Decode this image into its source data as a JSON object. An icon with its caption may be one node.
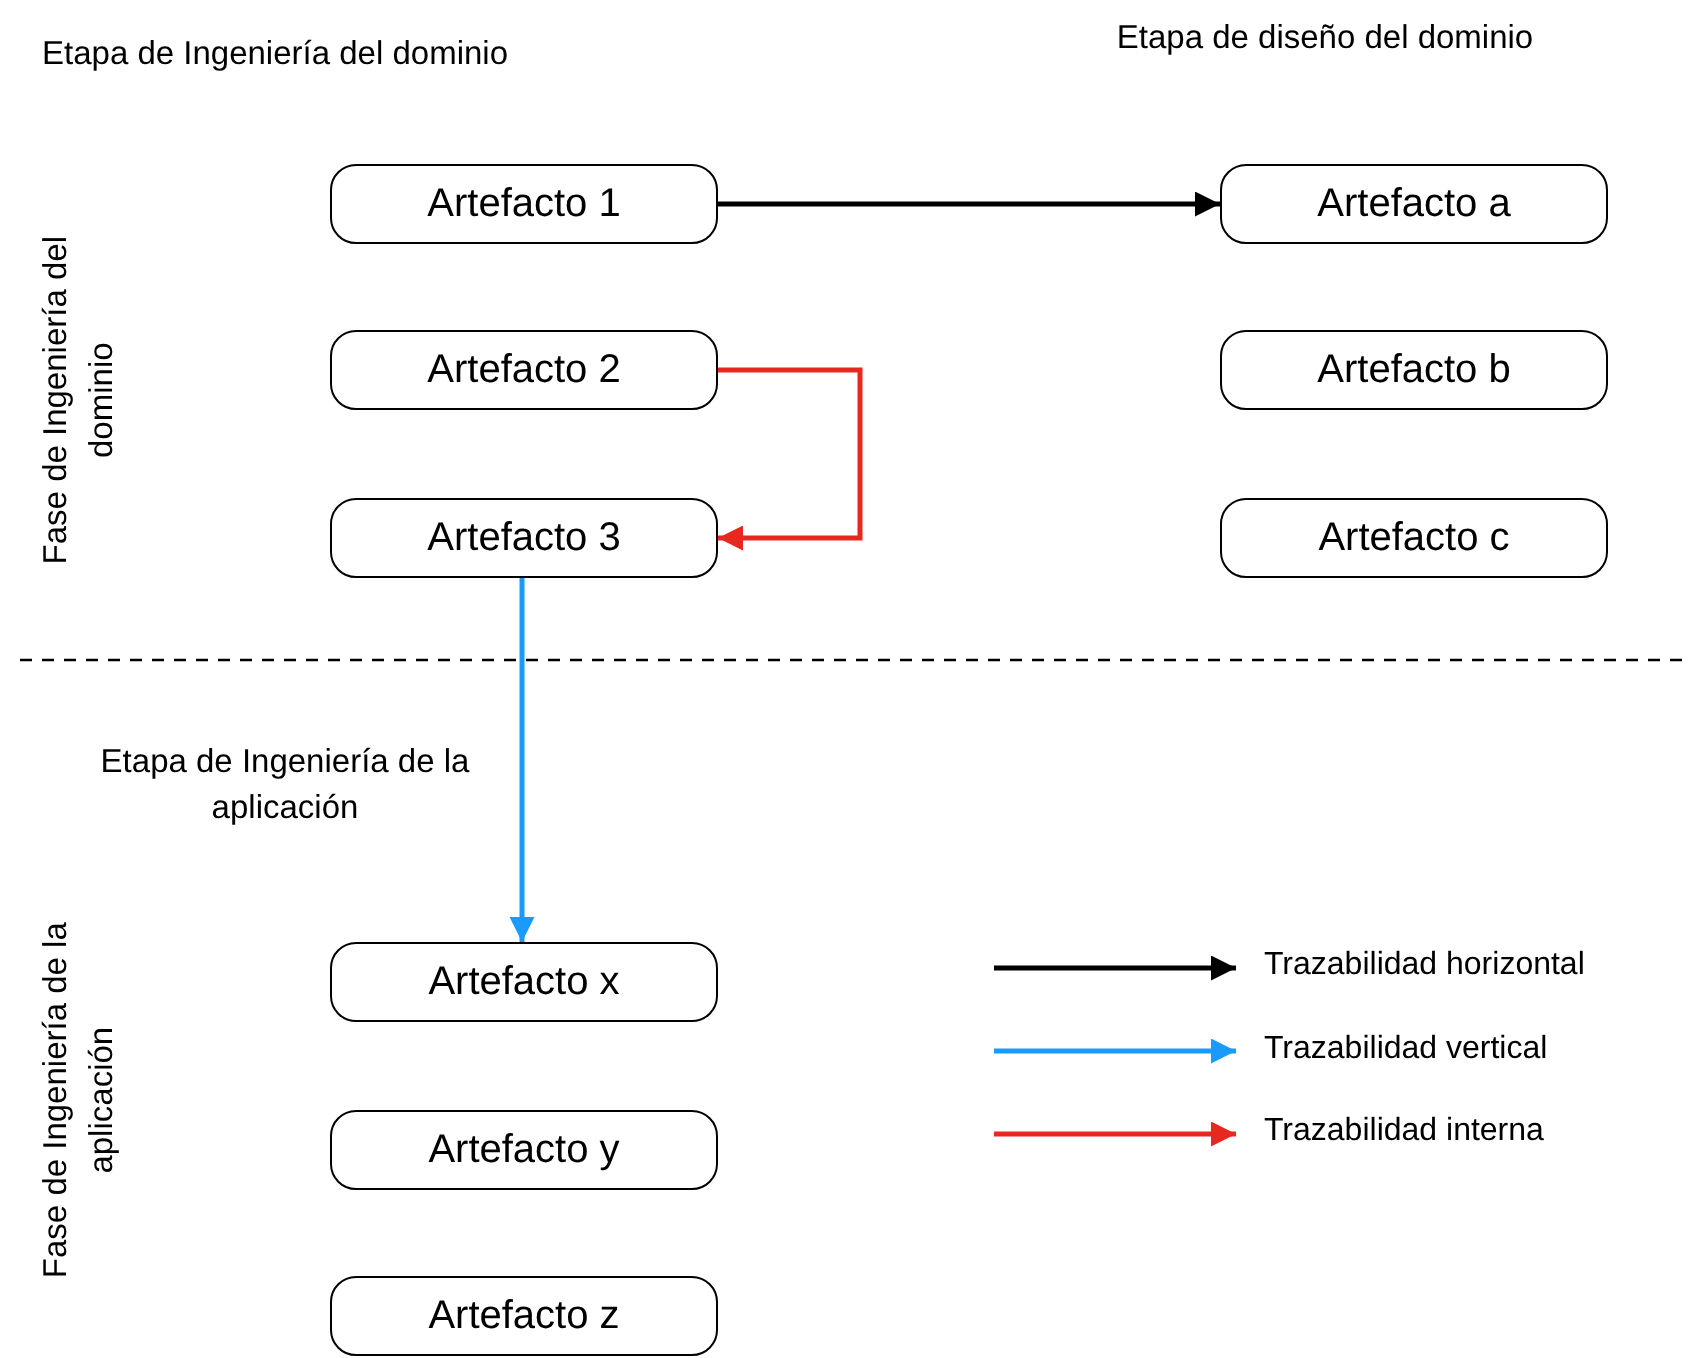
{
  "diagram": {
    "nodes": [
      {
        "text": [
          "Artefacto 1"
        ]
      },
      {
        "text": [
          "Artefacto a"
        ]
      },
      {
        "text": [
          "Artefacto 2"
        ]
      },
      {
        "text": [
          "Artefacto b"
        ]
      },
      {
        "text": [
          "Artefacto 3"
        ]
      },
      {
        "text": [
          "Artefacto c"
        ]
      },
      {
        "text": [
          "Artefacto x"
        ]
      },
      {
        "text": [
          "Artefacto y"
        ]
      },
      {
        "text": [
          "Artefacto z"
        ]
      }
    ],
    "edges": [
      {
        "from": 0,
        "to": 1,
        "arrow": "to"
      },
      {
        "from": 2,
        "to": 4,
        "arrow": "to",
        "color": "#e8281e"
      },
      {
        "from": 4,
        "to": 6,
        "arrow": "to",
        "color": "#1a9bfc"
      }
    ],
    "labels": [
      "Etapa de Ingeniería del dominio",
      "Etapa de diseño del dominio",
      "Fase de Ingeniería del dominio",
      "Etapa de Ingeniería de la aplicación",
      "Fase de Ingeniería de la aplicación"
    ],
    "legend": [
      {
        "text": "Trazabilidad horizontal"
      },
      {
        "text": "Trazabilidad vertical"
      },
      {
        "text": "Trazabilidad interna"
      }
    ]
  }
}
